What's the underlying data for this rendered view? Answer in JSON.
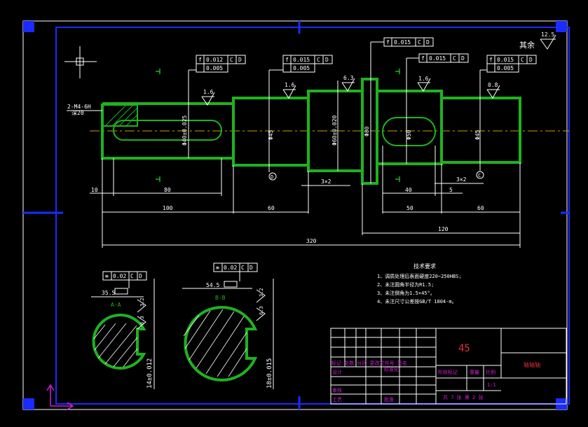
{
  "material": "45",
  "part_name": "轴轴轴",
  "surface_note": "其余",
  "surface_default": "12.5",
  "roughness": [
    "1.6",
    "1.6",
    "6.3",
    "1.6",
    "0.8",
    "3.2",
    "6.3",
    "3.2",
    "6.3"
  ],
  "tol_frames": [
    {
      "sym": "f",
      "val": "0.012",
      "d1": "C",
      "d2": "D",
      "val2": "0.005"
    },
    {
      "sym": "f",
      "val": "0.015",
      "d1": "C",
      "d2": "D",
      "val2": "0.005"
    },
    {
      "sym": "f",
      "val": "0.015",
      "d1": "C",
      "d2": "D"
    },
    {
      "sym": "f",
      "val": "0.015",
      "d1": "C",
      "d2": "D"
    },
    {
      "sym": "f",
      "val": "0.015",
      "d1": "C",
      "d2": "D",
      "val2": "0.005"
    }
  ],
  "section_frames": [
    {
      "val": "0.02",
      "d1": "C",
      "d2": "D"
    },
    {
      "val": "0.02",
      "d1": "C",
      "d2": "D"
    }
  ],
  "thread_note": "2-M4-6H",
  "thread_depth": "深20",
  "dims": {
    "d10": "10",
    "d80": "80",
    "d100": "100",
    "d60a": "60",
    "d3x2a": "3×2",
    "d40": "40",
    "d5": "5",
    "d3x2b": "3×2",
    "d50": "50",
    "d60b": "60",
    "d120": "120",
    "d320": "320",
    "sec_a_w": "35.5",
    "sec_b_w": "54.5",
    "sec_a_h": "14±0.012",
    "sec_b_h": "18±0.015"
  },
  "section_labels": {
    "a": "A-A",
    "b": "B-B"
  },
  "datums": [
    "D",
    "C"
  ],
  "tech_title": "技术要求",
  "tech_items": [
    "1、调质处理后表面硬度220~250HBS;",
    "2、未注圆角半径为R1.5;",
    "3、未注倒角为1.5×45°。",
    "4、未注尺寸公差按GB/T 1804-m。"
  ],
  "title_block": {
    "mark_row": "标记 处数 分区 更改文件号 签名",
    "design": "设计",
    "std": "标准化",
    "review": "审核",
    "process": "工艺",
    "approve": "批准",
    "stage_label": "阶段标记",
    "weight": "重量",
    "scale_label": "比例",
    "scale": "1:1",
    "sheets": "共 7 张  第 2 张"
  }
}
